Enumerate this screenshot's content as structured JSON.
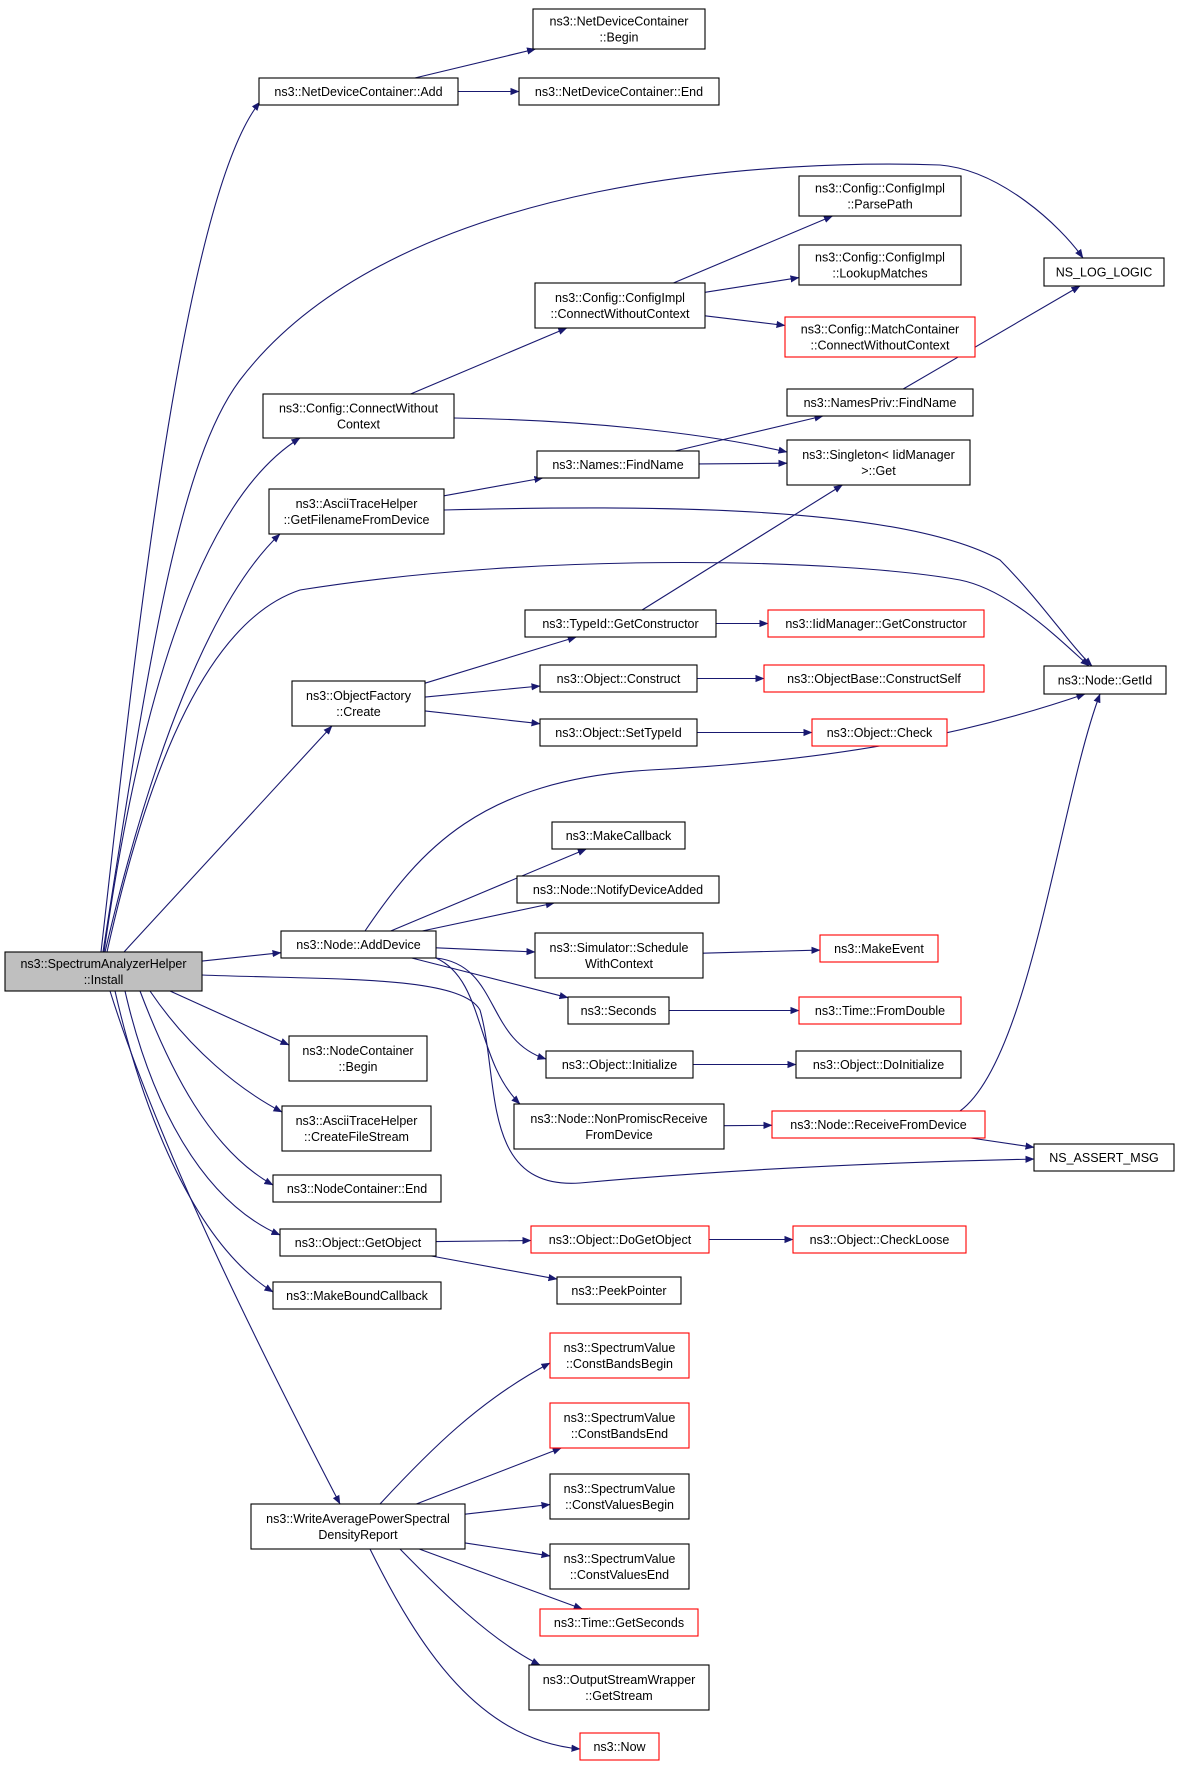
{
  "colors": {
    "edge": "#191970",
    "node_border": "#000000",
    "node_fill": "#ffffff",
    "root_fill": "#bfbfbf",
    "undocumented_border": "#ff0000"
  },
  "nodes": [
    {
      "id": "root",
      "lines": [
        "ns3::SpectrumAnalyzerHelper",
        "::Install"
      ],
      "style": "root"
    },
    {
      "id": "ndc_add",
      "lines": [
        "ns3::NetDeviceContainer::Add"
      ],
      "style": "normal"
    },
    {
      "id": "ndc_begin",
      "lines": [
        "ns3::NetDeviceContainer",
        "::Begin"
      ],
      "style": "normal"
    },
    {
      "id": "ndc_end",
      "lines": [
        "ns3::NetDeviceContainer::End"
      ],
      "style": "normal"
    },
    {
      "id": "ci_parse",
      "lines": [
        "ns3::Config::ConfigImpl",
        "::ParsePath"
      ],
      "style": "normal"
    },
    {
      "id": "ns_log",
      "lines": [
        "NS_LOG_LOGIC"
      ],
      "style": "normal"
    },
    {
      "id": "ci_lookup",
      "lines": [
        "ns3::Config::ConfigImpl",
        "::LookupMatches"
      ],
      "style": "normal"
    },
    {
      "id": "ci_cwc",
      "lines": [
        "ns3::Config::ConfigImpl",
        "::ConnectWithoutContext"
      ],
      "style": "normal"
    },
    {
      "id": "mc_cwc",
      "lines": [
        "ns3::Config::MatchContainer",
        "::ConnectWithoutContext"
      ],
      "style": "red"
    },
    {
      "id": "cfg_cwc",
      "lines": [
        "ns3::Config::ConnectWithout",
        "Context"
      ],
      "style": "normal"
    },
    {
      "id": "np_find",
      "lines": [
        "ns3::NamesPriv::FindName"
      ],
      "style": "normal"
    },
    {
      "id": "names_find",
      "lines": [
        "ns3::Names::FindName"
      ],
      "style": "normal"
    },
    {
      "id": "singleton",
      "lines": [
        "ns3::Singleton< IidManager",
        ">::Get"
      ],
      "style": "normal"
    },
    {
      "id": "ath_getfn",
      "lines": [
        "ns3::AsciiTraceHelper",
        "::GetFilenameFromDevice"
      ],
      "style": "normal"
    },
    {
      "id": "tid_getctor",
      "lines": [
        "ns3::TypeId::GetConstructor"
      ],
      "style": "normal"
    },
    {
      "id": "iid_getctor",
      "lines": [
        "ns3::IidManager::GetConstructor"
      ],
      "style": "red"
    },
    {
      "id": "of_create",
      "lines": [
        "ns3::ObjectFactory",
        "::Create"
      ],
      "style": "normal"
    },
    {
      "id": "obj_construct",
      "lines": [
        "ns3::Object::Construct"
      ],
      "style": "normal"
    },
    {
      "id": "ob_constructself",
      "lines": [
        "ns3::ObjectBase::ConstructSelf"
      ],
      "style": "red"
    },
    {
      "id": "node_getid",
      "lines": [
        "ns3::Node::GetId"
      ],
      "style": "normal"
    },
    {
      "id": "obj_settypeid",
      "lines": [
        "ns3::Object::SetTypeId"
      ],
      "style": "normal"
    },
    {
      "id": "obj_check",
      "lines": [
        "ns3::Object::Check"
      ],
      "style": "red"
    },
    {
      "id": "makecallback",
      "lines": [
        "ns3::MakeCallback"
      ],
      "style": "normal"
    },
    {
      "id": "notify_added",
      "lines": [
        "ns3::Node::NotifyDeviceAdded"
      ],
      "style": "normal"
    },
    {
      "id": "node_adddevice",
      "lines": [
        "ns3::Node::AddDevice"
      ],
      "style": "normal"
    },
    {
      "id": "sim_schedule",
      "lines": [
        "ns3::Simulator::Schedule",
        "WithContext"
      ],
      "style": "normal"
    },
    {
      "id": "makeevent",
      "lines": [
        "ns3::MakeEvent"
      ],
      "style": "red"
    },
    {
      "id": "seconds",
      "lines": [
        "ns3::Seconds"
      ],
      "style": "normal"
    },
    {
      "id": "time_fromdouble",
      "lines": [
        "ns3::Time::FromDouble"
      ],
      "style": "red"
    },
    {
      "id": "nc_begin",
      "lines": [
        "ns3::NodeContainer",
        "::Begin"
      ],
      "style": "normal"
    },
    {
      "id": "obj_initialize",
      "lines": [
        "ns3::Object::Initialize"
      ],
      "style": "normal"
    },
    {
      "id": "obj_doinitialize",
      "lines": [
        "ns3::Object::DoInitialize"
      ],
      "style": "normal"
    },
    {
      "id": "ath_createfs",
      "lines": [
        "ns3::AsciiTraceHelper",
        "::CreateFileStream"
      ],
      "style": "normal"
    },
    {
      "id": "node_nonpromisc",
      "lines": [
        "ns3::Node::NonPromiscReceive",
        "FromDevice"
      ],
      "style": "normal"
    },
    {
      "id": "node_recvfromdev",
      "lines": [
        "ns3::Node::ReceiveFromDevice"
      ],
      "style": "red"
    },
    {
      "id": "ns_assert",
      "lines": [
        "NS_ASSERT_MSG"
      ],
      "style": "normal"
    },
    {
      "id": "nc_end",
      "lines": [
        "ns3::NodeContainer::End"
      ],
      "style": "normal"
    },
    {
      "id": "obj_getobject",
      "lines": [
        "ns3::Object::GetObject"
      ],
      "style": "normal"
    },
    {
      "id": "obj_dogetobject",
      "lines": [
        "ns3::Object::DoGetObject"
      ],
      "style": "red"
    },
    {
      "id": "obj_checkloose",
      "lines": [
        "ns3::Object::CheckLoose"
      ],
      "style": "red"
    },
    {
      "id": "peekpointer",
      "lines": [
        "ns3::PeekPointer"
      ],
      "style": "normal"
    },
    {
      "id": "makeboundcb",
      "lines": [
        "ns3::MakeBoundCallback"
      ],
      "style": "normal"
    },
    {
      "id": "sv_cbb",
      "lines": [
        "ns3::SpectrumValue",
        "::ConstBandsBegin"
      ],
      "style": "red"
    },
    {
      "id": "sv_cbe",
      "lines": [
        "ns3::SpectrumValue",
        "::ConstBandsEnd"
      ],
      "style": "red"
    },
    {
      "id": "sv_cvb",
      "lines": [
        "ns3::SpectrumValue",
        "::ConstValuesBegin"
      ],
      "style": "normal"
    },
    {
      "id": "write_avg",
      "lines": [
        "ns3::WriteAveragePowerSpectral",
        "DensityReport"
      ],
      "style": "normal"
    },
    {
      "id": "sv_cve",
      "lines": [
        "ns3::SpectrumValue",
        "::ConstValuesEnd"
      ],
      "style": "normal"
    },
    {
      "id": "time_getseconds",
      "lines": [
        "ns3::Time::GetSeconds"
      ],
      "style": "red"
    },
    {
      "id": "osw_getstream",
      "lines": [
        "ns3::OutputStreamWrapper",
        "::GetStream"
      ],
      "style": "normal"
    },
    {
      "id": "now",
      "lines": [
        "ns3::Now"
      ],
      "style": "red"
    }
  ],
  "edges": [
    [
      "root",
      "ndc_add"
    ],
    [
      "ndc_add",
      "ndc_begin"
    ],
    [
      "ndc_add",
      "ndc_end"
    ],
    [
      "root",
      "cfg_cwc"
    ],
    [
      "cfg_cwc",
      "ci_cwc"
    ],
    [
      "ci_cwc",
      "ci_parse"
    ],
    [
      "ci_cwc",
      "ci_lookup"
    ],
    [
      "ci_cwc",
      "mc_cwc"
    ],
    [
      "cfg_cwc",
      "singleton"
    ],
    [
      "root",
      "ns_log"
    ],
    [
      "root",
      "ath_getfn"
    ],
    [
      "ath_getfn",
      "names_find"
    ],
    [
      "names_find",
      "np_find"
    ],
    [
      "np_find",
      "ns_log"
    ],
    [
      "names_find",
      "singleton"
    ],
    [
      "ath_getfn",
      "node_getid"
    ],
    [
      "root",
      "node_getid"
    ],
    [
      "root",
      "of_create"
    ],
    [
      "of_create",
      "tid_getctor"
    ],
    [
      "tid_getctor",
      "iid_getctor"
    ],
    [
      "tid_getctor",
      "singleton"
    ],
    [
      "of_create",
      "obj_construct"
    ],
    [
      "obj_construct",
      "ob_constructself"
    ],
    [
      "of_create",
      "obj_settypeid"
    ],
    [
      "obj_settypeid",
      "obj_check"
    ],
    [
      "root",
      "node_adddevice"
    ],
    [
      "node_adddevice",
      "node_getid"
    ],
    [
      "node_adddevice",
      "makecallback"
    ],
    [
      "node_adddevice",
      "notify_added"
    ],
    [
      "node_adddevice",
      "sim_schedule"
    ],
    [
      "sim_schedule",
      "makeevent"
    ],
    [
      "node_adddevice",
      "seconds"
    ],
    [
      "seconds",
      "time_fromdouble"
    ],
    [
      "node_adddevice",
      "obj_initialize"
    ],
    [
      "obj_initialize",
      "obj_doinitialize"
    ],
    [
      "node_adddevice",
      "node_nonpromisc"
    ],
    [
      "node_nonpromisc",
      "node_recvfromdev"
    ],
    [
      "node_recvfromdev",
      "node_getid"
    ],
    [
      "node_recvfromdev",
      "ns_assert"
    ],
    [
      "root",
      "ns_assert"
    ],
    [
      "root",
      "nc_begin"
    ],
    [
      "root",
      "ath_createfs"
    ],
    [
      "root",
      "nc_end"
    ],
    [
      "root",
      "obj_getobject"
    ],
    [
      "obj_getobject",
      "obj_dogetobject"
    ],
    [
      "obj_dogetobject",
      "obj_checkloose"
    ],
    [
      "obj_getobject",
      "peekpointer"
    ],
    [
      "root",
      "makeboundcb"
    ],
    [
      "root",
      "write_avg"
    ],
    [
      "write_avg",
      "sv_cbb"
    ],
    [
      "write_avg",
      "sv_cbe"
    ],
    [
      "write_avg",
      "sv_cvb"
    ],
    [
      "write_avg",
      "sv_cve"
    ],
    [
      "write_avg",
      "time_getseconds"
    ],
    [
      "write_avg",
      "osw_getstream"
    ],
    [
      "write_avg",
      "now"
    ]
  ]
}
